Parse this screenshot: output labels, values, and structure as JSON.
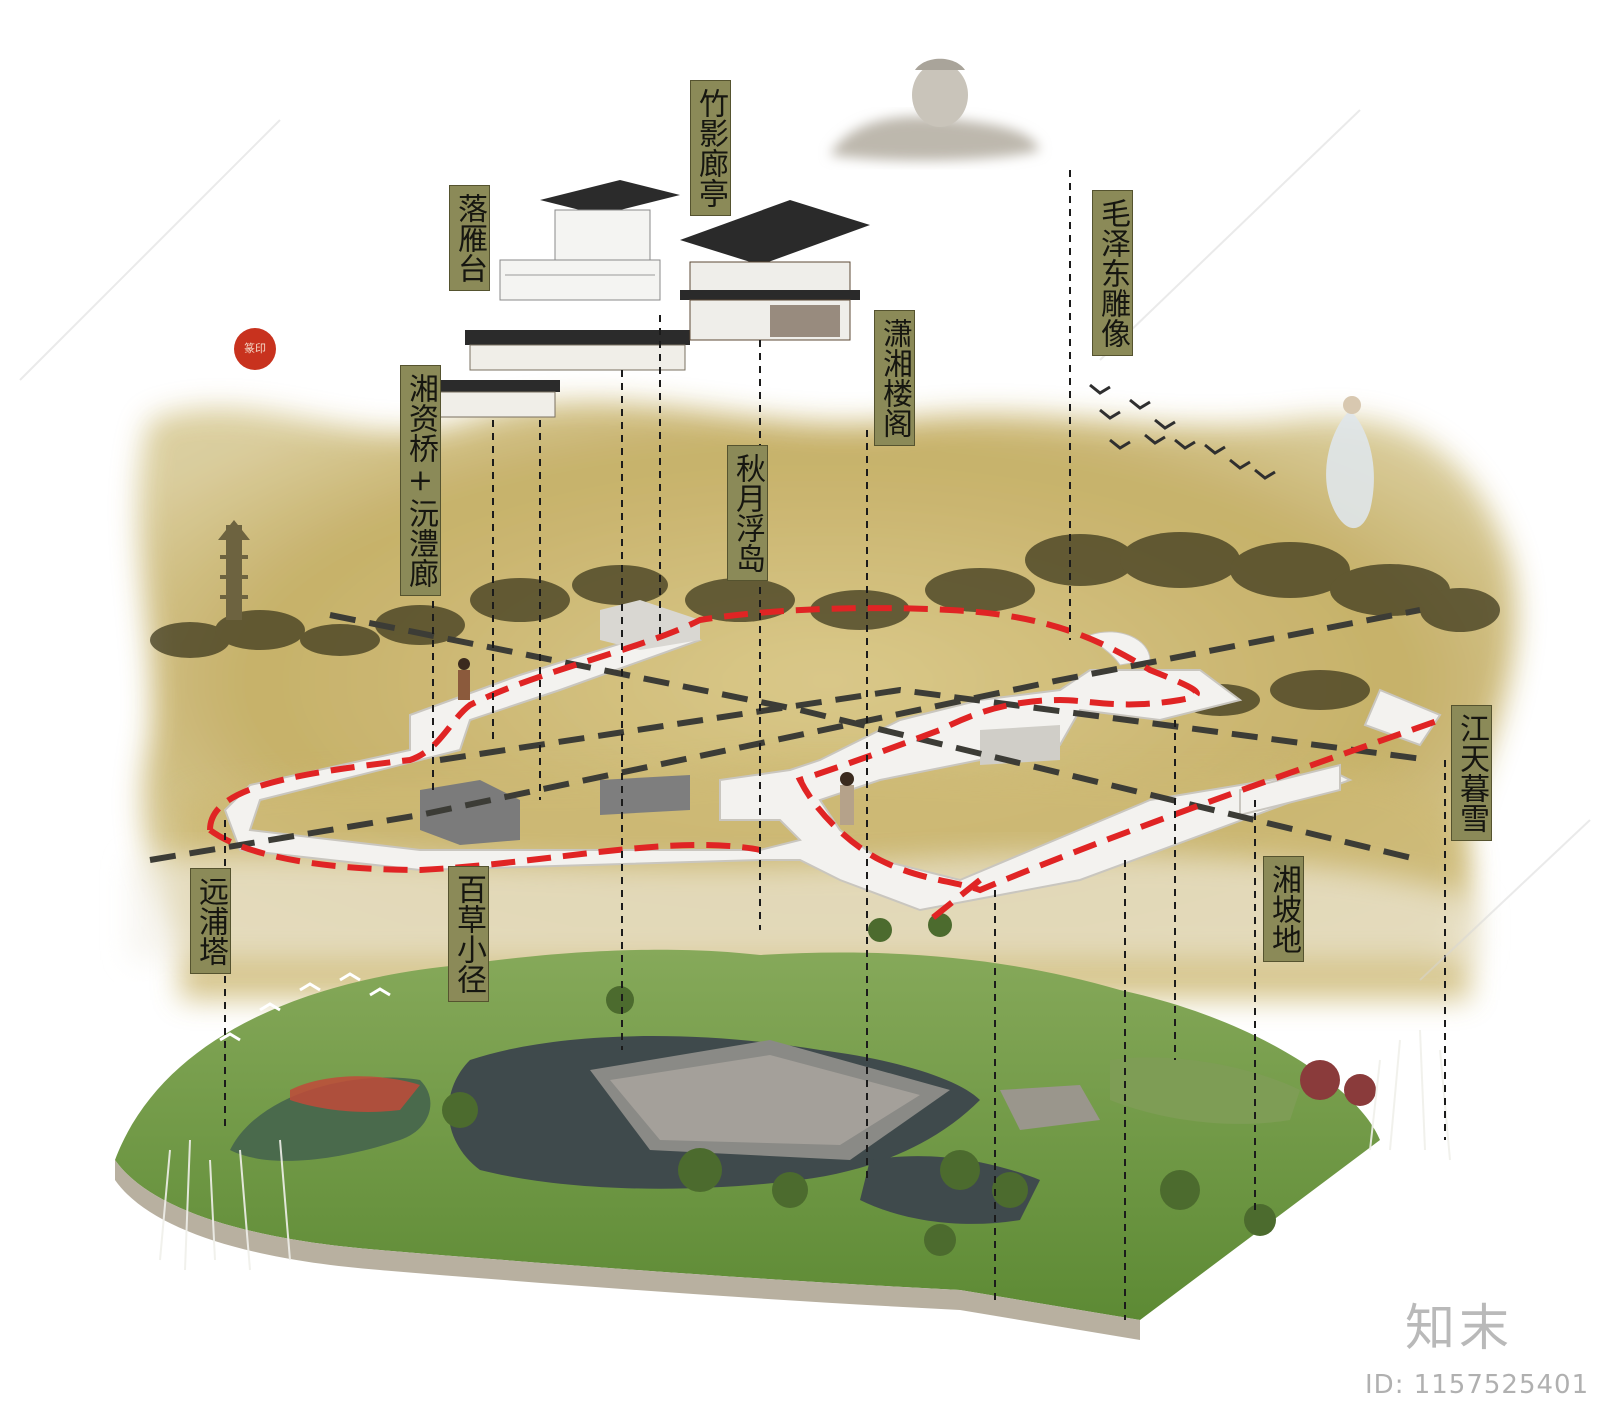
{
  "labels": {
    "zhuying": "竹影廊亭",
    "luoyan": "落雁台",
    "maozedong": "毛泽东雕像",
    "xiaoxiang": "潇湘楼阁",
    "xiangzi": "湘资桥+沅澧廊",
    "qiuyue": "秋月浮岛",
    "jiangtian": "江天暮雪",
    "yuanpu": "远浦塔",
    "baicao": "百草小径",
    "xiangpo": "湘坡地"
  },
  "seal_text": "篆印",
  "brand": "知末",
  "id_text": "ID: 1157525401",
  "colors": {
    "label_bg": "#8b8a58",
    "route": "#e02424",
    "axis": "#3c3c36",
    "ink_paper": "#c9b56c",
    "grass": "#6f9a3e",
    "water": "#3f4a4c"
  }
}
